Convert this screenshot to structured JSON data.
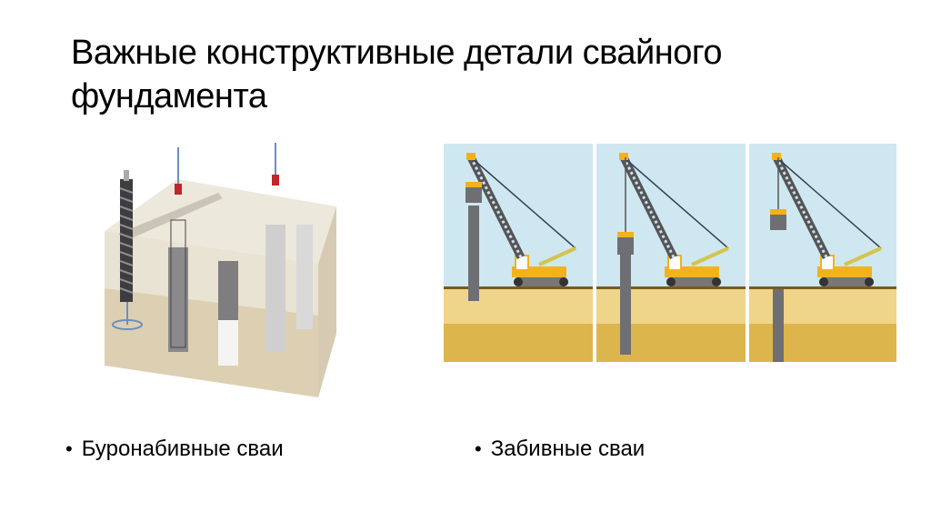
{
  "slide": {
    "title": "Важные конструктивные детали свайного фундамента",
    "bullets": [
      {
        "marker": "•",
        "text": "Буронабивные сваи"
      },
      {
        "marker": "•",
        "text": "Забивные сваи"
      }
    ],
    "images": {
      "left": "bored-piles-illustration",
      "right": "driven-piles-crane-sequence"
    }
  },
  "colors": {
    "sky": "#cfe7f0",
    "ground_top": "#efd58a",
    "ground_bottom": "#dcb54c",
    "ground_line": "#7a5a1a",
    "crane_yellow": "#f2b21c",
    "pile_gray": "#6e6f73",
    "soil_light": "#ece7d8",
    "soil_dark": "#dccfb0"
  }
}
